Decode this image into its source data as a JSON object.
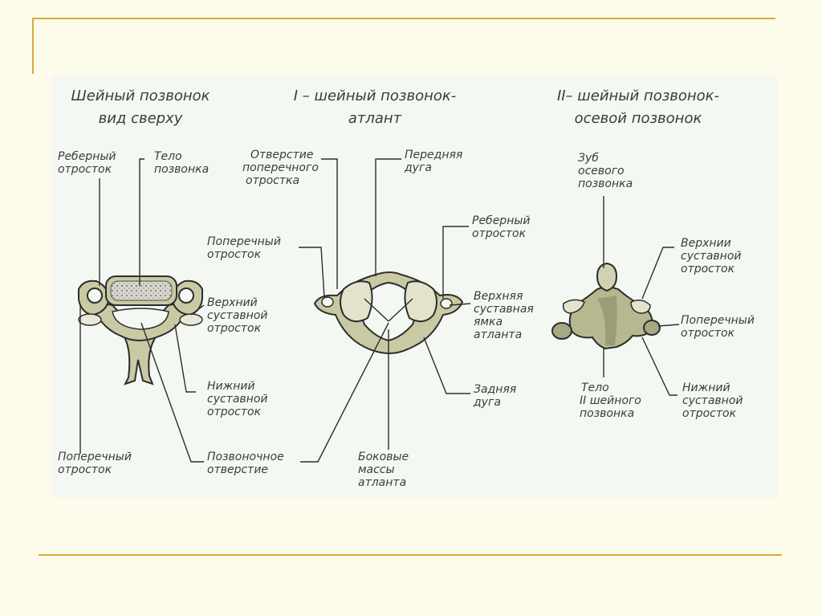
{
  "titles": {
    "t1_line1": "Шейный позвонок",
    "t1_line2": "вид сверху",
    "t2_line1": "I – шейный позвонок-",
    "t2_line2": "атлант",
    "t3_line1": "II– шейный позвонок-",
    "t3_line2": "осевой позвонок"
  },
  "labels_v1": {
    "costal_1": "Реберный",
    "costal_2": "отросток",
    "body_1": "Тело",
    "body_2": "позвонка",
    "sup_1": "Верхний",
    "sup_2": "суставной",
    "sup_3": "отросток",
    "inf_1": "Нижний",
    "inf_2": "суставной",
    "inf_3": "отросток",
    "trans_1": "Поперечный",
    "trans_2": "отросток",
    "foramen_1": "Позвоночное",
    "foramen_2": "отверстие"
  },
  "labels_v2": {
    "tf_1": "Отверстие",
    "tf_2": "поперечного",
    "tf_3": "отростка",
    "ant_1": "Передняя",
    "ant_2": "дуга",
    "costal_1": "Реберный",
    "costal_2": "отросток",
    "trans_1": "Поперечный",
    "trans_2": "отросток",
    "fossa_1": "Верхняя",
    "fossa_2": "суставная",
    "fossa_3": "ямка",
    "fossa_4": "атланта",
    "post_1": "Задняя",
    "post_2": "дуга",
    "lat_1": "Боковые",
    "lat_2": "массы",
    "lat_3": "атланта"
  },
  "labels_v3": {
    "dens_1": "Зуб",
    "dens_2": "осевого",
    "dens_3": "позвонка",
    "sup_1": "Верхнии",
    "sup_2": "суставной",
    "sup_3": "отросток",
    "trans_1": "Поперечный",
    "trans_2": "отросток",
    "body_1": "Тело",
    "body_2": "II шейного",
    "body_3": "позвонка",
    "inf_1": "Нижний",
    "inf_2": "суставной",
    "inf_3": "отросток"
  },
  "colors": {
    "bone": "#c9c9a4",
    "bone_dark": "#7d7d5c",
    "outline": "#2d2d2d",
    "rule": "#d4ac3a",
    "panel": "#f4f8f2",
    "background": "#fdfbe9"
  }
}
